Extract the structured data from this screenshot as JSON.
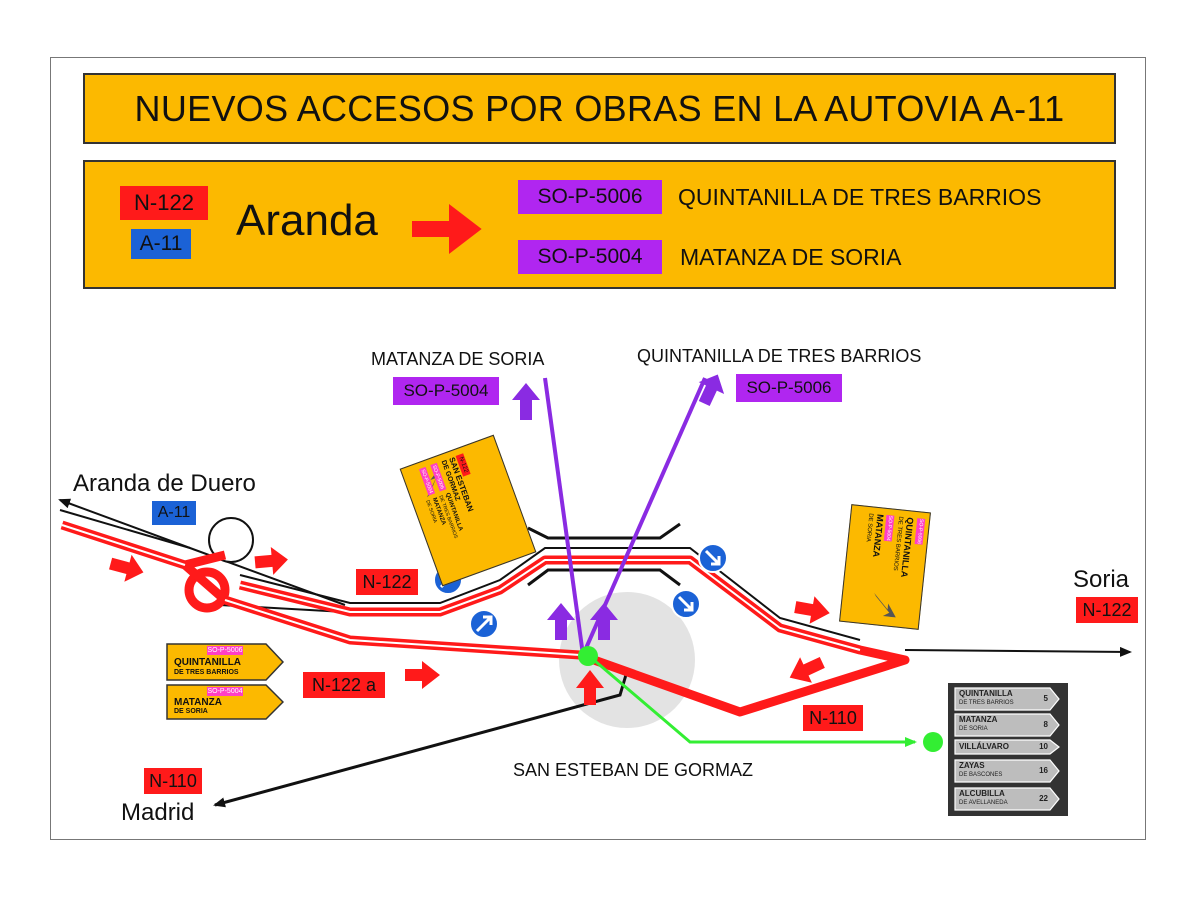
{
  "title": "NUEVOS ACCESOS POR OBRAS EN LA AUTOVIA A-11",
  "legend": {
    "road_n122": "N-122",
    "road_a11": "A-11",
    "city": "Aranda",
    "routes": [
      {
        "code": "SO-P-5006",
        "destination": "QUINTANILLA DE TRES BARRIOS"
      },
      {
        "code": "SO-P-5004",
        "destination": "MATANZA DE SORIA"
      }
    ]
  },
  "map": {
    "north": {
      "matanza_label": "MATANZA DE SORIA",
      "matanza_code": "SO-P-5004",
      "quintanilla_label": "QUINTANILLA DE TRES BARRIOS",
      "quintanilla_code": "SO-P-5006"
    },
    "west": {
      "city": "Aranda de Duero",
      "code": "A-11"
    },
    "east": {
      "city": "Soria",
      "code": "N-122"
    },
    "south": {
      "city": "Madrid",
      "code": "N-110"
    },
    "roads": {
      "n122_upper": "N-122",
      "n122a": "N-122 a",
      "n110": "N-110"
    },
    "town": "SAN ESTEBAN DE GORMAZ",
    "colors": {
      "red": "#ff1a1a",
      "purple": "#8a2be2",
      "green": "#33ee33",
      "blue": "#1b62d6",
      "sign": "#fcb900"
    }
  },
  "signs": {
    "left_panel": [
      {
        "code": "SO-P-5006",
        "line1": "QUINTANILLA",
        "line2": "DE TRES BARRIOS"
      },
      {
        "code": "SO-P-5004",
        "line1": "MATANZA",
        "line2": "DE SORIA"
      }
    ],
    "rotated_left": {
      "code_top": "N-122",
      "line1": "SAN ESTEBAN",
      "line2": "DE GORMAZ",
      "code_a": "SO-P-5006",
      "code_b": "SO-P-5004",
      "line3": "QUINTANILLA",
      "line4": "DE TRES BARRIOS",
      "line5": "MATANZA",
      "line6": "DE SORIA"
    },
    "rotated_right": {
      "code_a": "SO-P-5006",
      "code_b": "SO-P-5004",
      "line1": "QUINTANILLA",
      "line2": "DE TRES BARRIOS",
      "line3": "MATANZA",
      "line4": "DE SORIA"
    },
    "grey_panel": [
      {
        "name": "QUINTANILLA",
        "sub": "DE TRES BARRIOS",
        "km": "5"
      },
      {
        "name": "MATANZA",
        "sub": "DE SORIA",
        "km": "8"
      },
      {
        "name": "VILLÁLVARO",
        "sub": "",
        "km": "10"
      },
      {
        "name": "ZAYAS",
        "sub": "DE BASCONES",
        "km": "16"
      },
      {
        "name": "ALCUBILLA",
        "sub": "DE AVELLANEDA",
        "km": "22"
      }
    ]
  }
}
